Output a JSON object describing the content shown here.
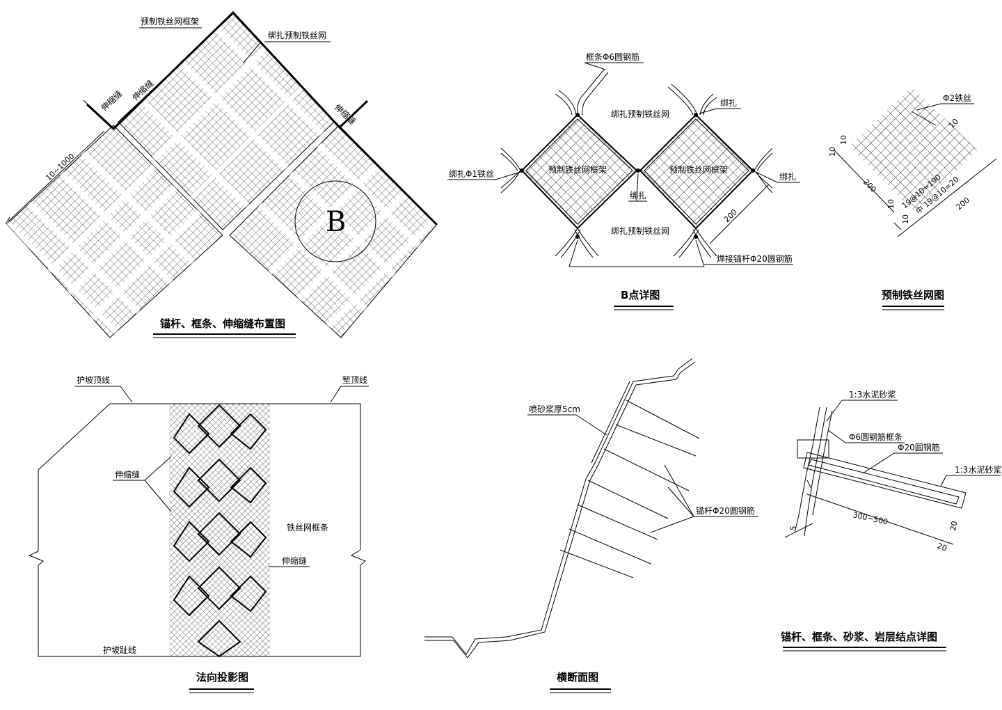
{
  "layout_drawing": {
    "title": "锚杆、框条、伸缩缝布置图",
    "label_frame": "预制铁丝网框架",
    "label_tied_mesh": "绑扎预制铁丝网",
    "label_joint_left": "伸缩缝",
    "label_joint_left_b": "伸缩缝",
    "label_joint_right": "伸缩缝",
    "dim_spacing": "10~1000",
    "detail_marker": "B"
  },
  "detail_b": {
    "title": "B点详图",
    "label_bar6": "框条Φ6圆钢筋",
    "label_tie_top": "绑扎",
    "label_tied_mesh_top": "绑扎预制铁丝网",
    "label_tie_wire": "绑扎Φ1铁丝",
    "label_frame_left": "预制铁丝网框架",
    "label_frame_right": "预制铁丝网框架",
    "label_tie_right": "绑扎",
    "label_tie_center": "绑扎",
    "label_tied_mesh_bottom": "绑扎预制铁丝网",
    "label_anchor": "焊接锚杆Φ20圆钢筋",
    "dim_200": "200"
  },
  "mesh_detail": {
    "title": "预制铁丝网图",
    "label_wire": "Φ2铁丝",
    "dim_10a": "10",
    "dim_10b": "10",
    "dim_10c": "10",
    "dim_10d": "10",
    "dim_10e": "10",
    "dim_200a": "200",
    "dim_200b": "200",
    "dim_spacing": "19@10=190",
    "dim_spacing_b": "中 19@10=20"
  },
  "normal_projection": {
    "title": "法向投影图",
    "label_top_line": "护坡顶线",
    "label_crest_line": "堑顶线",
    "label_joint_a": "伸缩缝",
    "label_joint_b": "伸缩缝",
    "label_frame_bar": "铁丝网框条",
    "label_toe_line": "护坡趾线"
  },
  "cross_section": {
    "title": "横断面图",
    "label_shotcrete": "喷砂浆厚5cm",
    "label_anchor": "锚杆Φ20圆钢筋"
  },
  "node_detail": {
    "title": "锚杆、框条、砂浆、岩层结点详图",
    "label_mortar_top": "1:3水泥砂浆",
    "label_frame_bar": "Φ6圆钢筋框条",
    "label_bar20": "Φ20圆钢筋",
    "label_mortar_right": "1:3水泥砂浆",
    "dim_length": "300~500",
    "dim_5": "5",
    "dim_20a": "20",
    "dim_20b": "20"
  }
}
